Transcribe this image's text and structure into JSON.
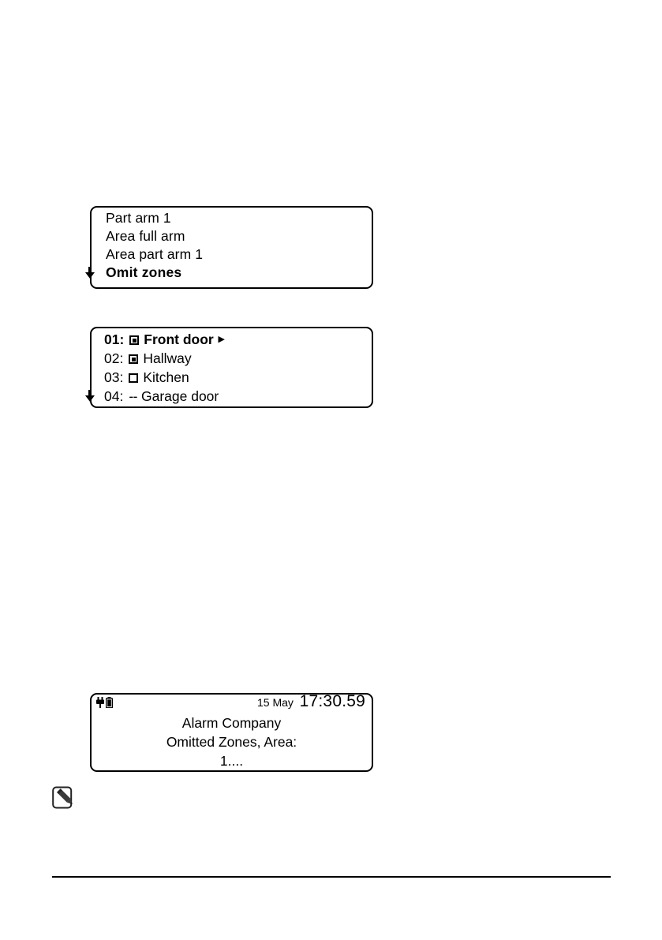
{
  "document": {
    "background_color": "#ffffff",
    "ink_color": "#000000"
  },
  "menu_display": {
    "name": "keypad-menu-display",
    "scroll_indicator_icon": "arrow-down-icon",
    "items": [
      {
        "label": "Part arm 1",
        "selected": false
      },
      {
        "label": "Area full arm",
        "selected": false
      },
      {
        "label": "Area part arm 1",
        "selected": false
      },
      {
        "label": "Omit zones",
        "selected": true
      }
    ]
  },
  "zone_display": {
    "name": "omit-zones-display",
    "scroll_indicator_icon": "arrow-down-icon",
    "selected_caret_icon": "caret-right-icon",
    "zones": [
      {
        "number": "01:",
        "state": "checked",
        "label": "Front door",
        "selected": true,
        "caret": "▸"
      },
      {
        "number": "02:",
        "state": "checked",
        "label": "Hallway",
        "selected": false,
        "caret": ""
      },
      {
        "number": "03:",
        "state": "unchecked",
        "label": "Kitchen",
        "selected": false,
        "caret": ""
      },
      {
        "number": "04:",
        "state": "none",
        "label": "Garage door",
        "selected": false,
        "caret": "",
        "dashes": "--"
      }
    ]
  },
  "status_display": {
    "name": "idle-status-display",
    "icons": [
      "power-plug-icon",
      "battery-icon"
    ],
    "date": "15 May",
    "time": "17:30.59",
    "line1": "Alarm Company",
    "line2": "Omitted Zones, Area:",
    "line3": "1...."
  },
  "note": {
    "icon": "note-pencil-icon"
  }
}
